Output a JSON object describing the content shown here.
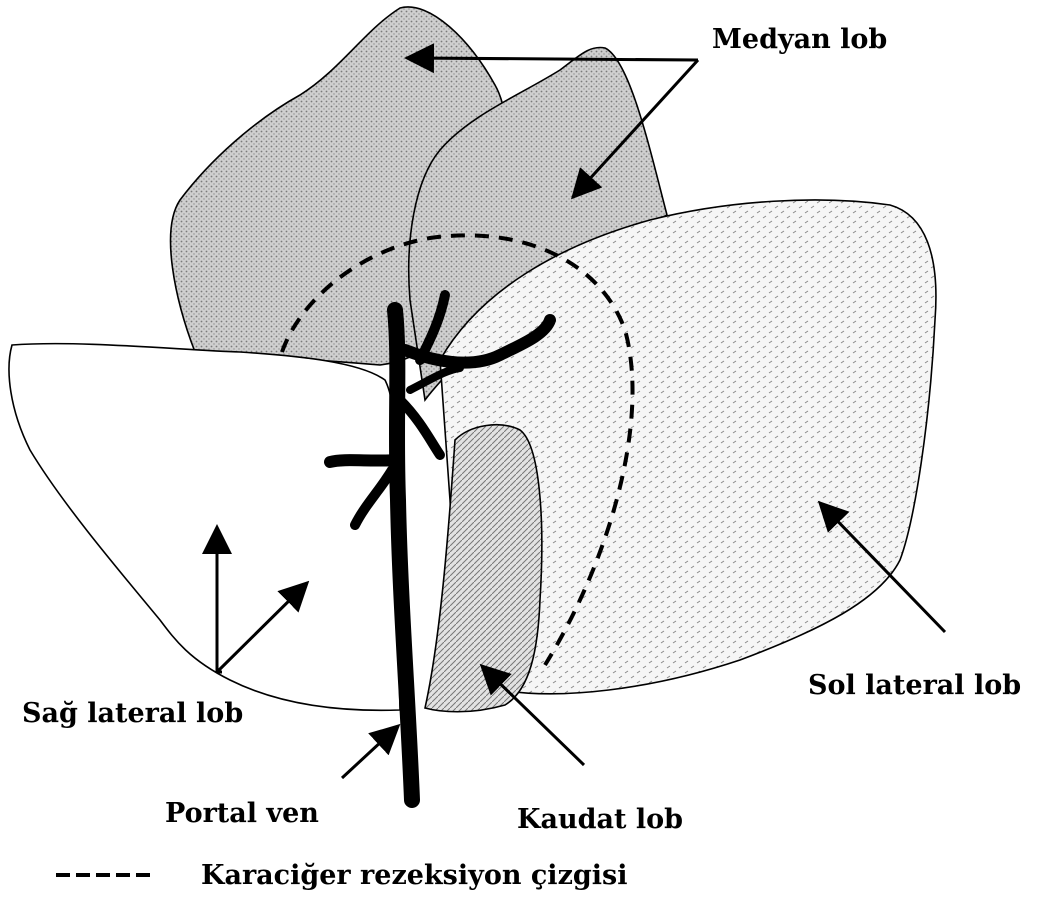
{
  "labels": {
    "medyan_lob": "Medyan lob",
    "sol_lateral_lob": "Sol lateral lob",
    "sag_lateral_lob": "Sağ lateral lob",
    "portal_ven": "Portal ven",
    "kaudat_lob": "Kaudat lob"
  },
  "legend": {
    "resection_line": "Karaciğer rezeksiyon çizgisi"
  },
  "colors": {
    "median_lobe_fill": "#bdbdbd",
    "left_lateral_fill": "#f3f3f3",
    "caudate_fill": "#d4d4d4",
    "outline": "#000000"
  }
}
